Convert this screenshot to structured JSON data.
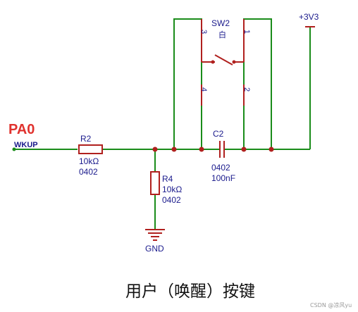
{
  "colors": {
    "wire": "#1a8c1a",
    "component": "#b0201e",
    "text": "#1a1a8c",
    "port_label": "#e0322e",
    "caption": "#111111"
  },
  "port": {
    "name": "PA0",
    "net_label": "WKUP"
  },
  "resistors": [
    {
      "ref": "R2",
      "value": "10kΩ",
      "package": "0402"
    },
    {
      "ref": "R4",
      "value": "10kΩ",
      "package": "0402"
    }
  ],
  "capacitor": {
    "ref": "C2",
    "package": "0402",
    "value": "100nF"
  },
  "switch": {
    "ref": "SW2",
    "label": "白",
    "pins": [
      "1",
      "2",
      "3",
      "4"
    ]
  },
  "power": {
    "label": "+3V3"
  },
  "ground": {
    "label": "GND"
  },
  "caption": "用户（唤醒）按键",
  "watermark": "CSDN @凉风yu"
}
